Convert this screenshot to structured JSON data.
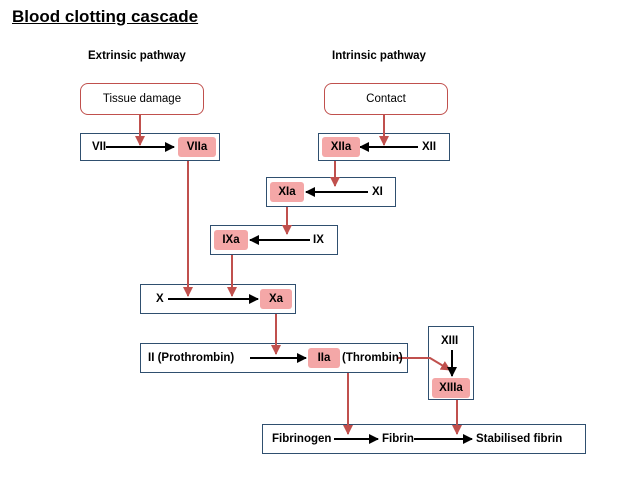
{
  "title": "Blood clotting cascade",
  "headings": {
    "extrinsic": "Extrinsic pathway",
    "intrinsic": "Intrinsic pathway"
  },
  "triggers": {
    "tissue_damage": "Tissue damage",
    "contact": "Contact"
  },
  "factors": {
    "vii": "VII",
    "viia": "VIIa",
    "xiia": "XIIa",
    "xii": "XII",
    "xia": "XIa",
    "xi": "XI",
    "ixa": "IXa",
    "ix": "IX",
    "x": "X",
    "xa": "Xa",
    "prothrombin": "II (Prothrombin)",
    "iia": "IIa",
    "thrombin": "(Thrombin)",
    "xiii": "XIII",
    "xiiia": "XIIIa",
    "fibrinogen": "Fibrinogen",
    "fibrin": "Fibrin",
    "stabilised_fibrin": "Stabilised fibrin"
  },
  "colors": {
    "trigger_border": "#c0504d",
    "box_border": "#2f4f6f",
    "active_highlight": "#f4a7a7",
    "link_arrow": "#c0504d",
    "reaction_arrow": "#000000"
  }
}
